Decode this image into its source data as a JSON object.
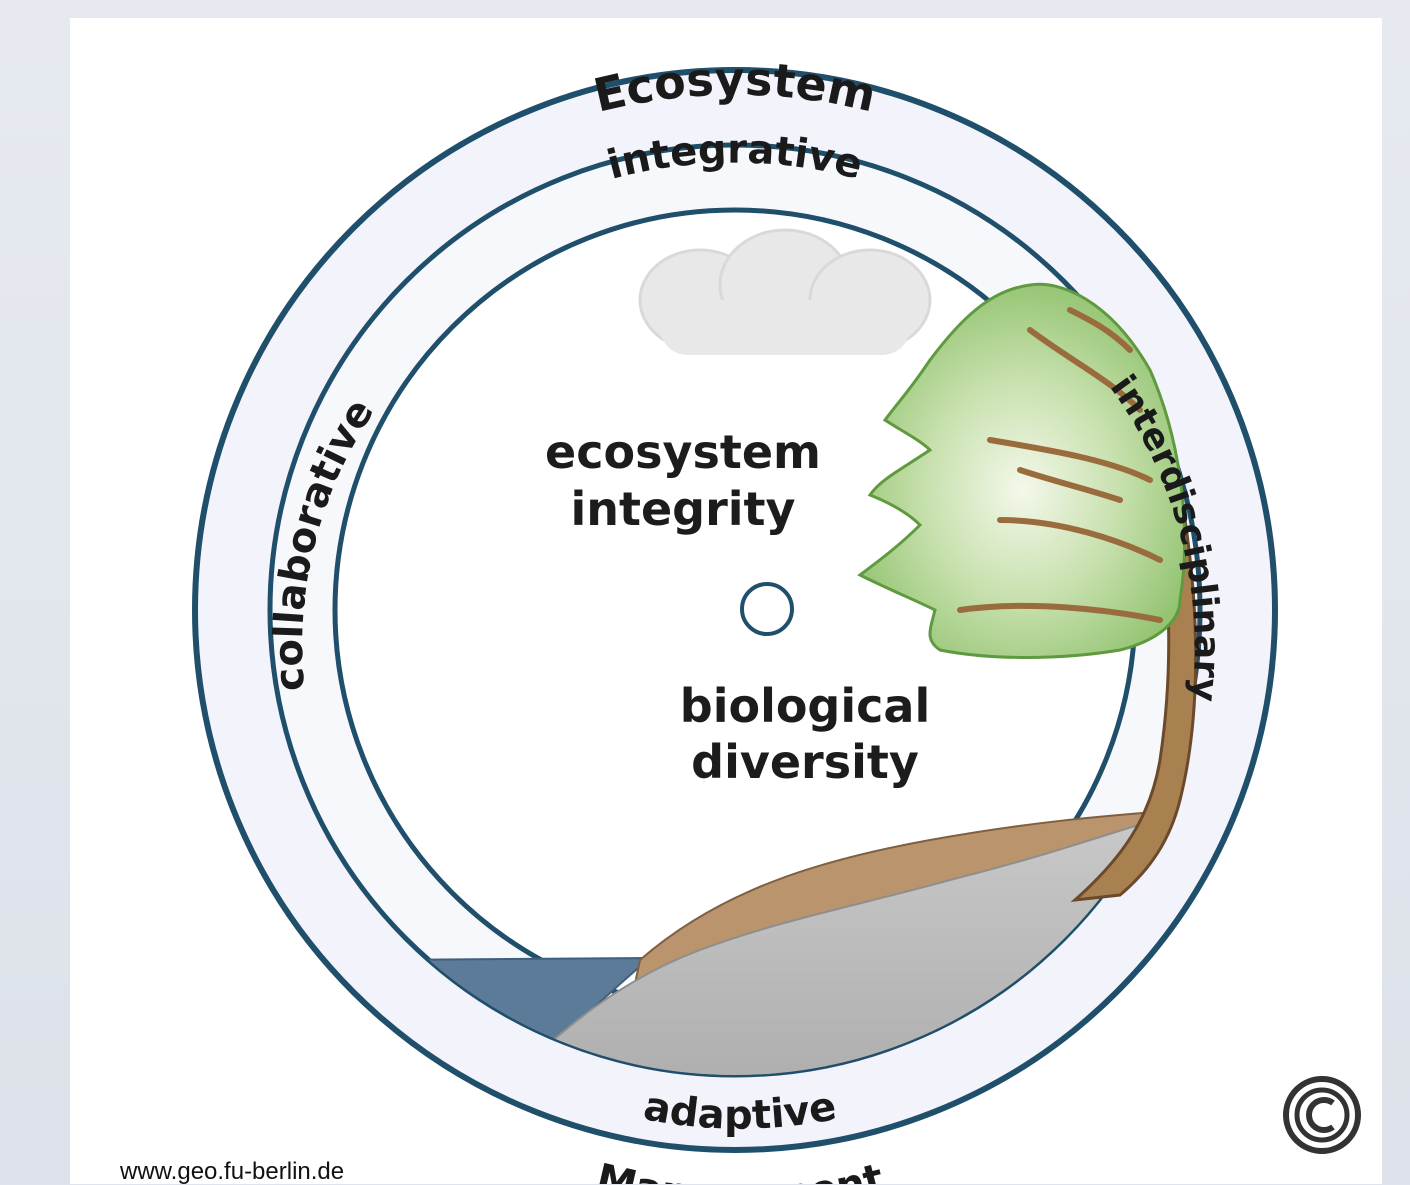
{
  "diagram": {
    "outer_ring": {
      "top_label": "Ecosystem",
      "bottom_label": "Management"
    },
    "inner_ring": {
      "top_label": "integrative",
      "left_label": "collaborative",
      "right_label": "interdisciplinary",
      "bottom_label": "adaptive"
    },
    "center": {
      "upper_line1": "ecosystem",
      "upper_line2": "integrity",
      "lower_line1": "biological",
      "lower_line2": "diversity"
    },
    "logo_icon": "copyright-style-circle-logo",
    "colors": {
      "ring_stroke": "#1f4f6b",
      "ring_fill": "#f1f3fb",
      "water": "#5a7a99",
      "ground_gray": "#bcbcbc",
      "soil": "#b8926a",
      "foliage": "#a6cf86",
      "cloud": "#e6e6e6"
    }
  },
  "footer": {
    "credit": "www.geo.fu-berlin.de"
  }
}
